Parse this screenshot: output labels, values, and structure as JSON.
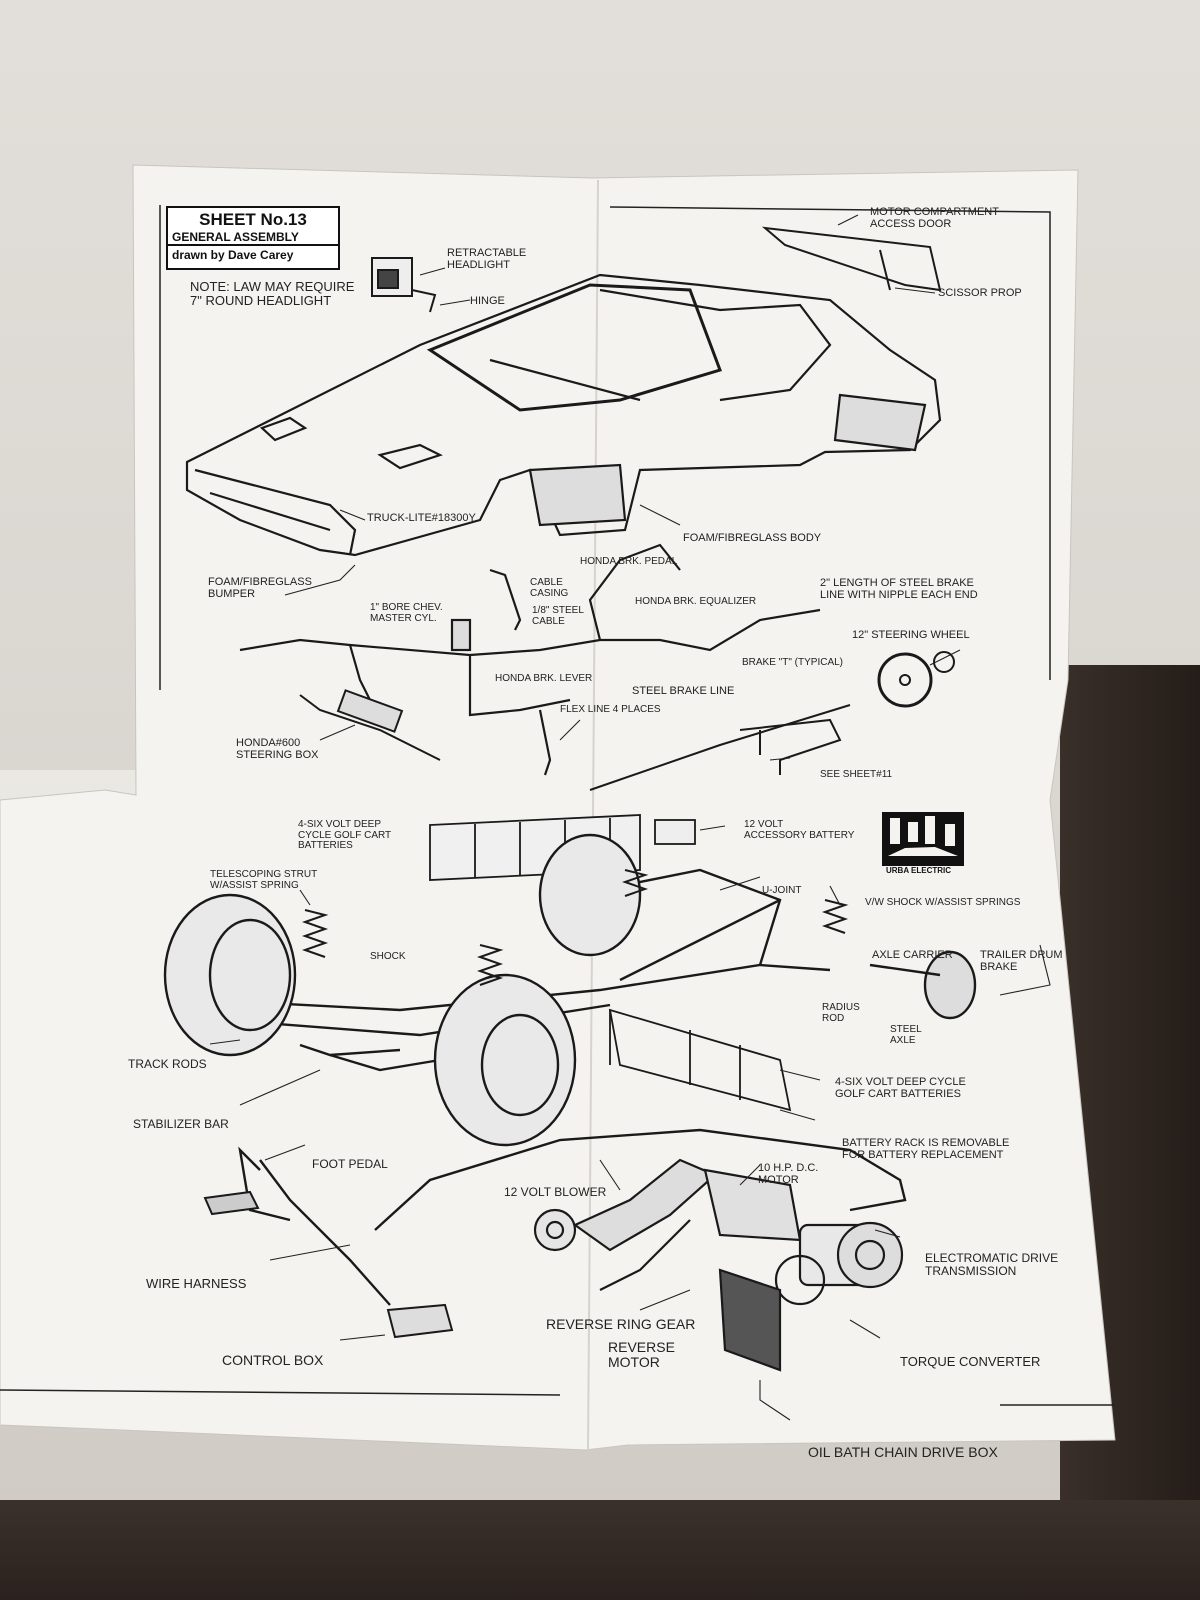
{
  "sheet": {
    "title": "SHEET No.13",
    "subtitle": "GENERAL ASSEMBLY",
    "author": "drawn by Dave Carey"
  },
  "logo_text": "URBA ELECTRIC",
  "labels": {
    "note": "NOTE: LAW MAY REQUIRE\n7\" ROUND HEADLIGHT",
    "retractable_headlight": "RETRACTABLE\nHEADLIGHT",
    "hinge": "HINGE",
    "motor_door": "MOTOR COMPARTMENT\nACCESS DOOR",
    "scissor_prop": "SCISSOR PROP",
    "truck_lite": "TRUCK-LITE#18300Y",
    "body": "FOAM/FIBREGLASS BODY",
    "bumper": "FOAM/FIBREGLASS\nBUMPER",
    "brake_pedal": "HONDA BRK. PEDAL",
    "cable_casing": "CABLE\nCASING",
    "steel_cable": "1/8\" STEEL\nCABLE",
    "equalizer": "HONDA BRK. EQUALIZER",
    "brake_line_length": "2\" LENGTH OF STEEL BRAKE\nLINE WITH NIPPLE EACH END",
    "master_cyl": "1\" BORE CHEV.\nMASTER CYL.",
    "steering_wheel": "12\" STEERING WHEEL",
    "brake_t": "BRAKE \"T\" (TYPICAL)",
    "brake_lever": "HONDA BRK. LEVER",
    "steel_brake_line": "STEEL BRAKE LINE",
    "flex_line": "FLEX LINE 4 PLACES",
    "steering_box": "HONDA#600\nSTEERING BOX",
    "see_sheet": "SEE SHEET#11",
    "accessory_battery": "12 VOLT\nACCESSORY BATTERY",
    "golf_batteries_top": "4-SIX VOLT DEEP\nCYCLE GOLF CART\nBATTERIES",
    "telescoping_strut": "TELESCOPING STRUT\nW/ASSIST SPRING",
    "u_joint": "U-JOINT",
    "vw_shock": "V/W SHOCK W/ASSIST SPRINGS",
    "shock": "SHOCK",
    "axle_carrier": "AXLE CARRIER",
    "trailer_drum": "TRAILER DRUM\nBRAKE",
    "radius_rod": "RADIUS\nROD",
    "steel_axle": "STEEL\nAXLE",
    "track_rods": "TRACK RODS",
    "golf_batteries_bottom": "4-SIX VOLT DEEP CYCLE\nGOLF CART BATTERIES",
    "stabilizer_bar": "STABILIZER BAR",
    "battery_rack": "BATTERY RACK IS REMOVABLE\nFOR BATTERY REPLACEMENT",
    "foot_pedal": "FOOT PEDAL",
    "motor": "10 H.P. D.C.\nMOTOR",
    "blower": "12 VOLT BLOWER",
    "transmission": "ELECTROMATIC DRIVE\nTRANSMISSION",
    "wire_harness": "WIRE HARNESS",
    "reverse_ring_gear": "REVERSE RING GEAR",
    "reverse_motor": "REVERSE\nMOTOR",
    "control_box": "CONTROL BOX",
    "torque_converter": "TORQUE CONVERTER",
    "chain_drive_box": "OIL BATH CHAIN DRIVE BOX"
  }
}
